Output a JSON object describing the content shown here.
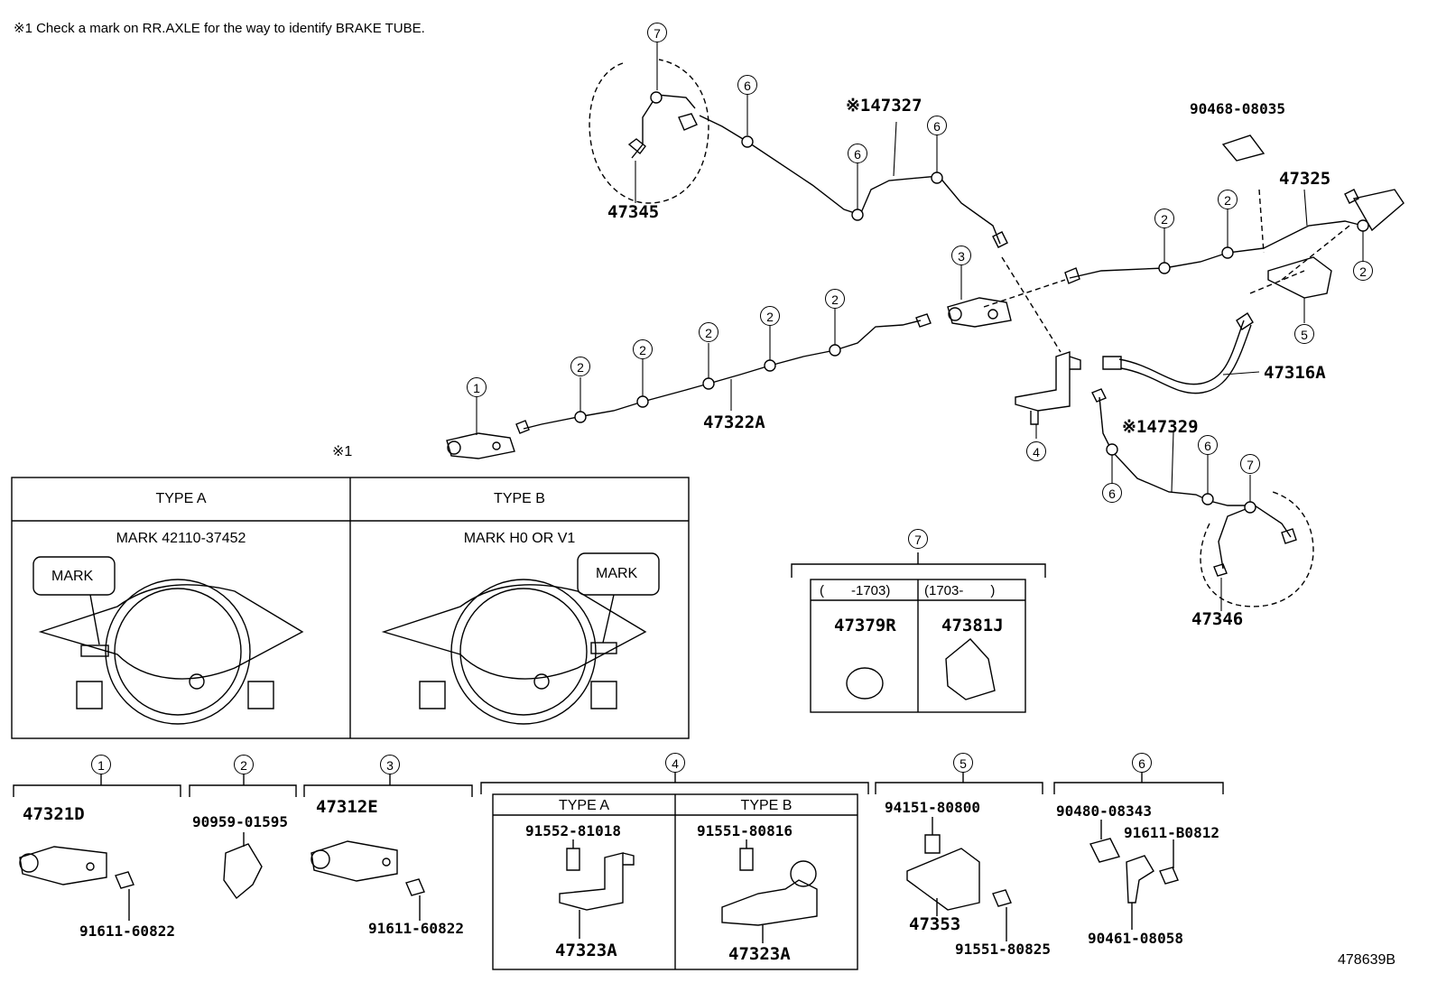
{
  "note": "※1 Check a mark on RR.AXLE for the way to identify BRAKE TUBE.",
  "figure_id": "478639B",
  "ref_star": "※1",
  "main_parts": {
    "p47345": "47345",
    "p47327": "※147327",
    "p9046808035": "90468-08035",
    "p47325": "47325",
    "p47316A": "47316A",
    "p47322A": "47322A",
    "p47329": "※147329",
    "p47346": "47346"
  },
  "callouts": [
    "1",
    "2",
    "3",
    "4",
    "5",
    "6",
    "7"
  ],
  "type_table": {
    "type_a": "TYPE A",
    "type_b": "TYPE B",
    "mark_a": "MARK 42110-37452",
    "mark_b": "MARK H0 OR V1",
    "mark_label": "MARK"
  },
  "detail7": {
    "col1_header": "(　　-1703)",
    "col2_header": "(1703-　　)",
    "col1_part": "47379R",
    "col2_part": "47381J"
  },
  "detail1": {
    "part": "47321D",
    "bolt": "91611-60822"
  },
  "detail2": {
    "part": "90959-01595"
  },
  "detail3": {
    "part": "47312E",
    "bolt": "91611-60822"
  },
  "detail4": {
    "type_a": "TYPE A",
    "type_b": "TYPE B",
    "bolt_a": "91552-81018",
    "bolt_b": "91551-80816",
    "part_a": "47323A",
    "part_b": "47323A"
  },
  "detail5": {
    "nut": "94151-80800",
    "part": "47353",
    "bolt": "91551-80825"
  },
  "detail6": {
    "collar": "90480-08343",
    "bolt": "91611-B0812",
    "clip": "90461-08058"
  }
}
